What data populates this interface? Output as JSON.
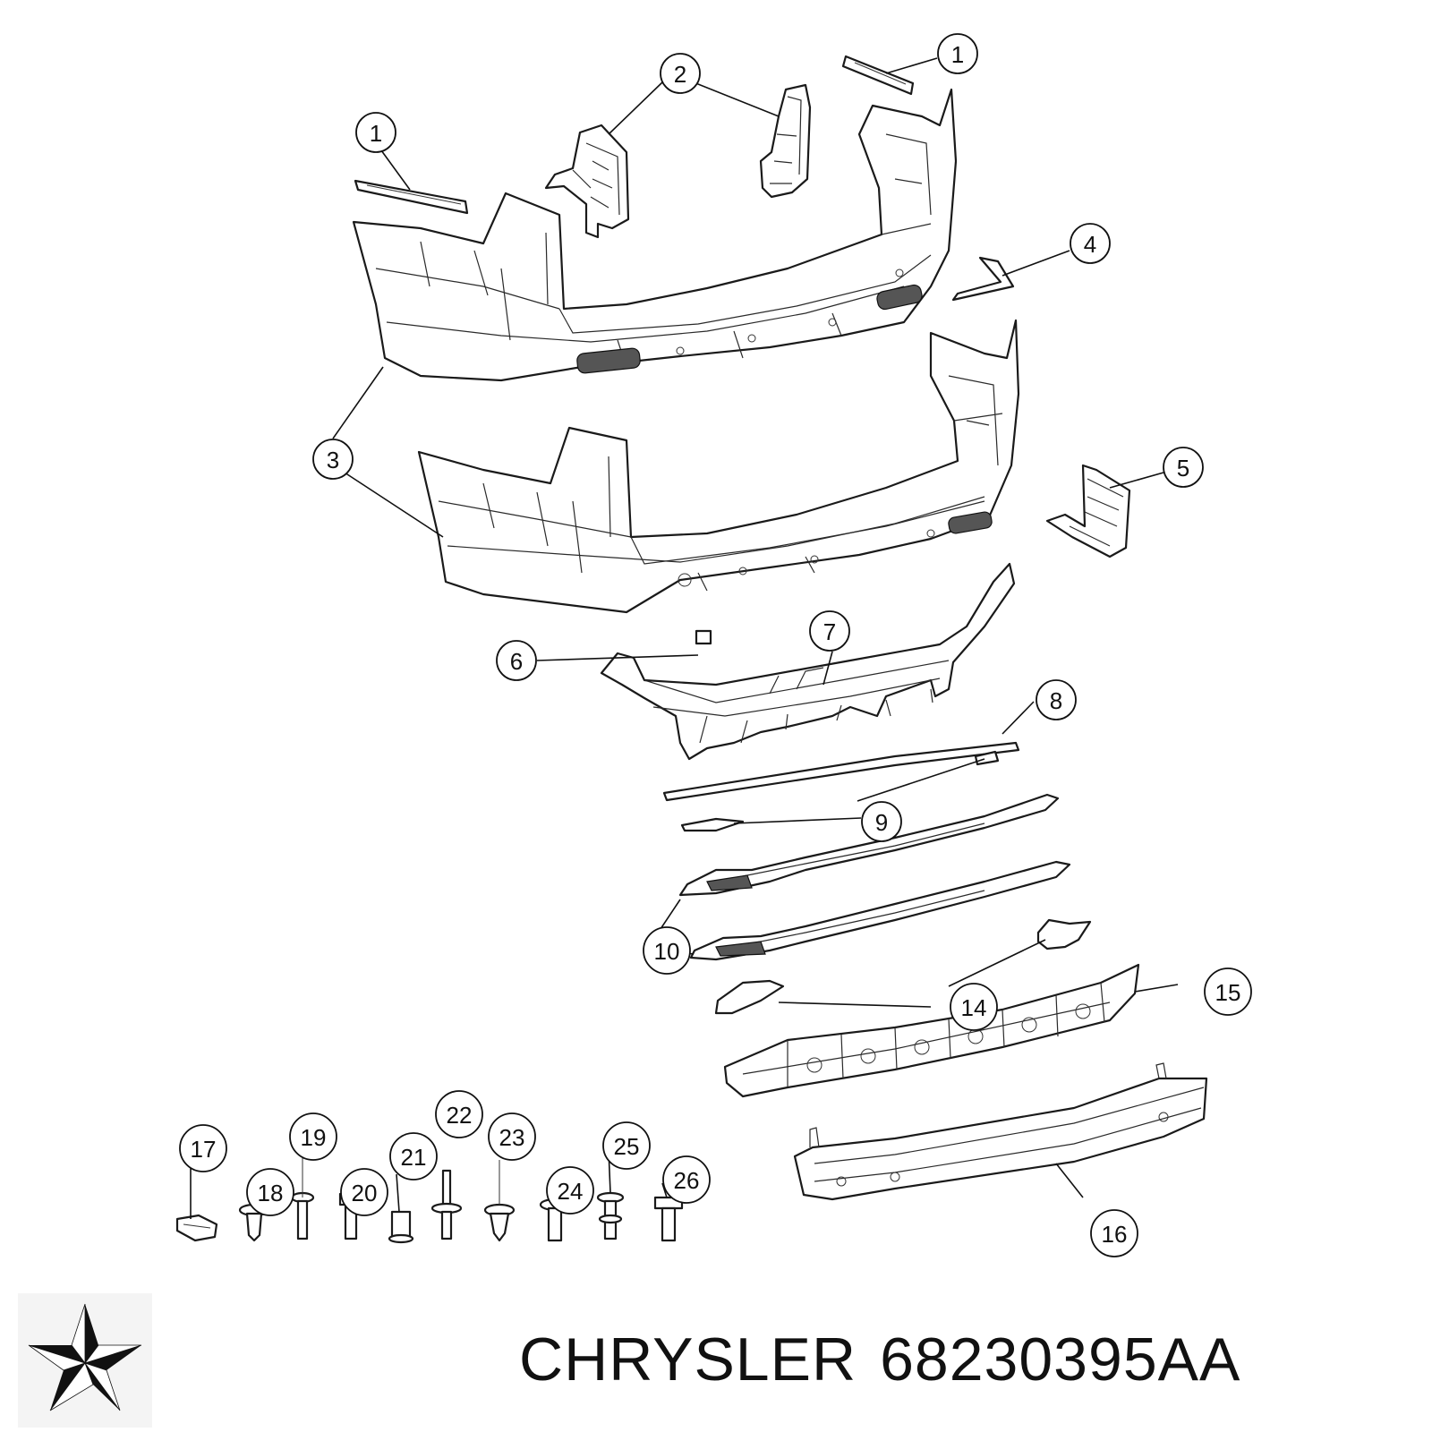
{
  "diagram": {
    "callouts": [
      {
        "id": "c1a",
        "label": "1"
      },
      {
        "id": "c1b",
        "label": "1"
      },
      {
        "id": "c2",
        "label": "2"
      },
      {
        "id": "c3",
        "label": "3"
      },
      {
        "id": "c4",
        "label": "4"
      },
      {
        "id": "c5",
        "label": "5"
      },
      {
        "id": "c6",
        "label": "6"
      },
      {
        "id": "c7",
        "label": "7"
      },
      {
        "id": "c8",
        "label": "8"
      },
      {
        "id": "c9",
        "label": "9"
      },
      {
        "id": "c10",
        "label": "10"
      },
      {
        "id": "c14",
        "label": "14"
      },
      {
        "id": "c15",
        "label": "15"
      },
      {
        "id": "c16",
        "label": "16"
      },
      {
        "id": "c17",
        "label": "17"
      },
      {
        "id": "c18",
        "label": "18"
      },
      {
        "id": "c19",
        "label": "19"
      },
      {
        "id": "c20",
        "label": "20"
      },
      {
        "id": "c21",
        "label": "21"
      },
      {
        "id": "c22",
        "label": "22"
      },
      {
        "id": "c23",
        "label": "23"
      },
      {
        "id": "c24",
        "label": "24"
      },
      {
        "id": "c25",
        "label": "25"
      },
      {
        "id": "c26",
        "label": "26"
      }
    ]
  },
  "footer": {
    "brand": "CHRYSLER",
    "part_number": "68230395AA",
    "logo_icon": "chrysler-pentastar-icon",
    "text_color": "#111111"
  }
}
